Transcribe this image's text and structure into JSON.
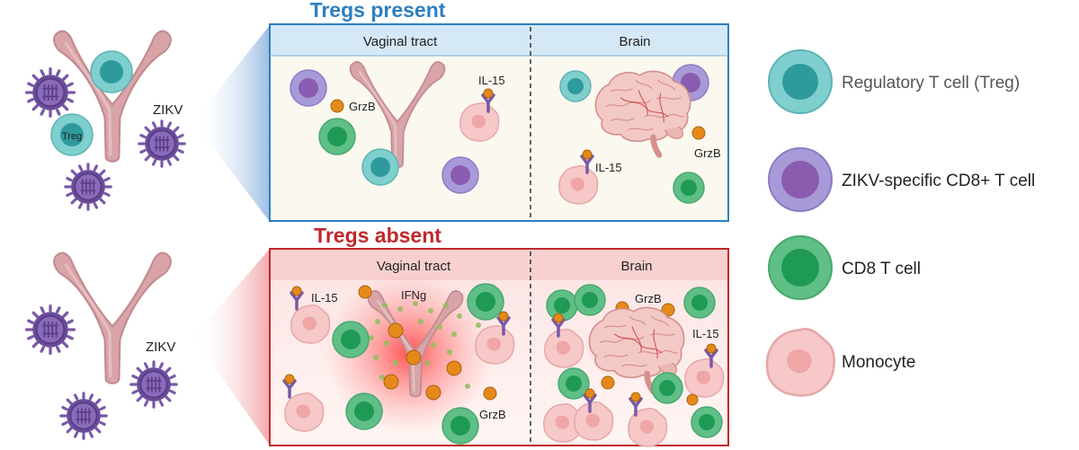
{
  "top": {
    "title": "Tregs present",
    "title_color": "#2e7fc0",
    "virus_label": "ZIKV",
    "treg_label": "Treg",
    "col_left": "Vaginal tract",
    "col_right": "Brain",
    "grzb_left": "GrzB",
    "il15_left": "IL-15",
    "il15_right": "IL-15",
    "grzb_right": "GrzB"
  },
  "bottom": {
    "title": "Tregs absent",
    "title_color": "#c0282a",
    "virus_label": "ZIKV",
    "col_left": "Vaginal tract",
    "col_right": "Brain",
    "il15_left": "IL-15",
    "ifn_label": "IFNg",
    "grzb_left": "GrzB",
    "grzb_right": "GrzB",
    "il15_right": "IL-15"
  },
  "legend": {
    "treg": "Regulatory T cell (Treg)",
    "cd8_zikv": "ZIKV-specific CD8+ T cell",
    "cd8": "CD8 T cell",
    "monocyte": "Monocyte"
  },
  "colors": {
    "treg": "#7fcfcf",
    "cd8_zikv": "#a89ad8",
    "cd8": "#5fbf86",
    "monocyte": "#f6c8c8",
    "granule": "#e58a1a",
    "virus": "#7a58a8",
    "tract": "#d9a4a8"
  }
}
